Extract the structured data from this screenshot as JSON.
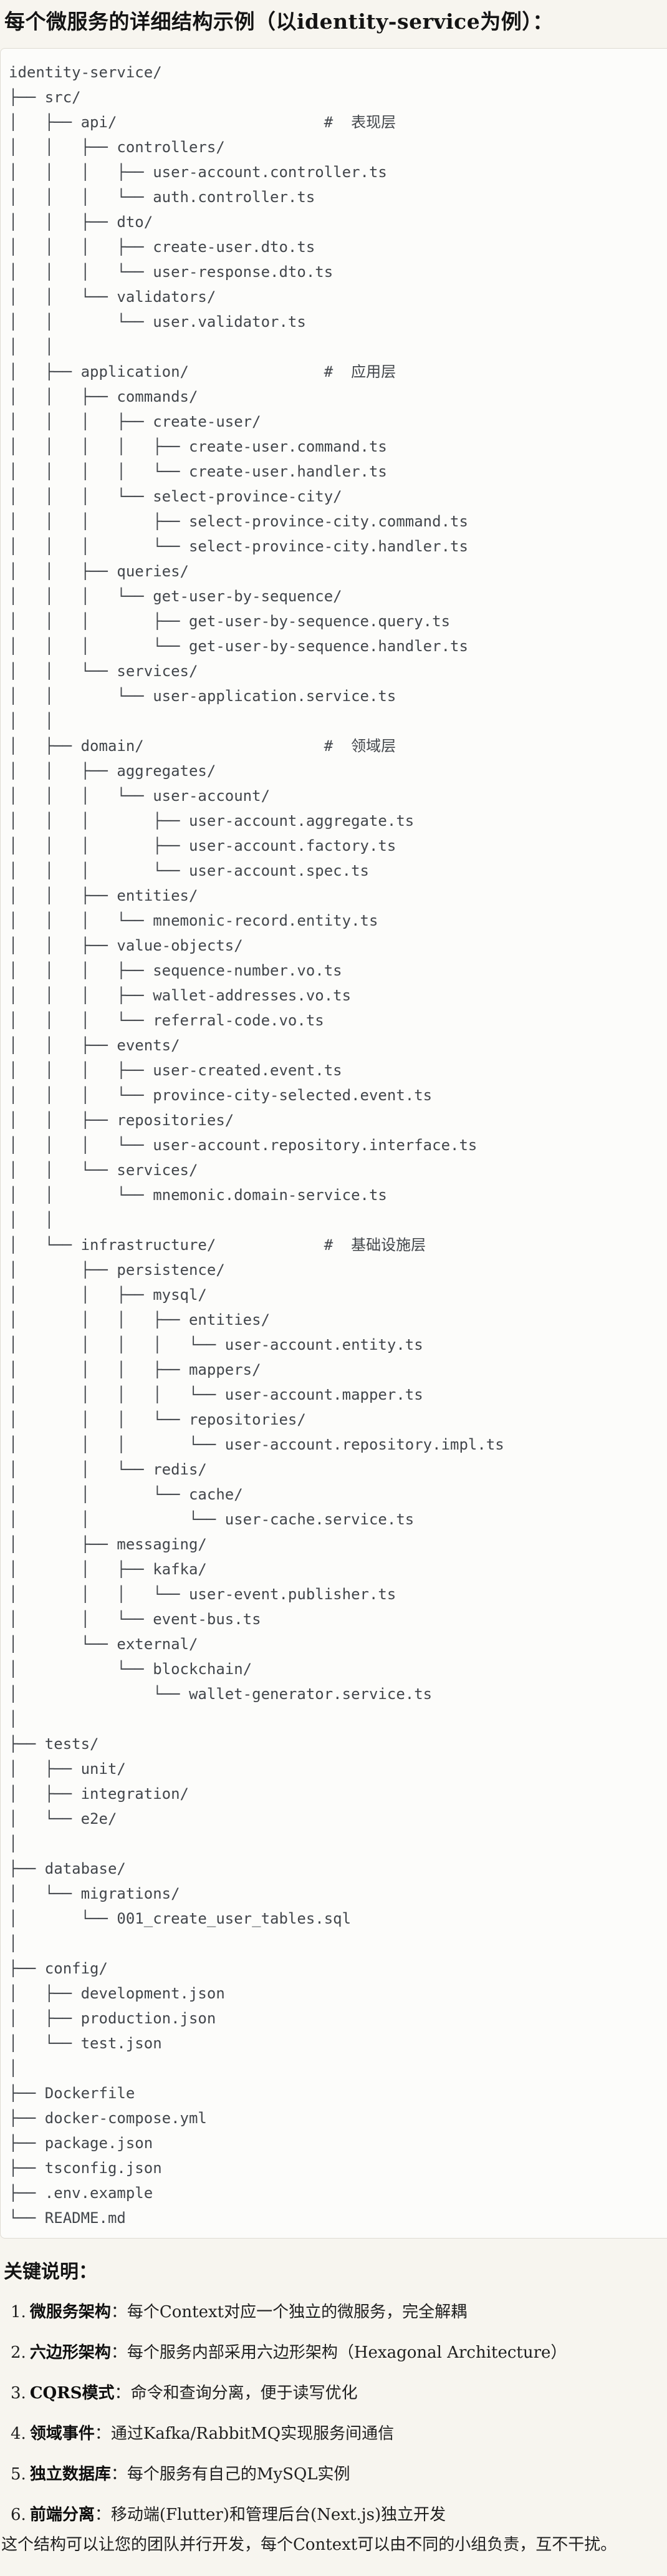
{
  "title": "每个微服务的详细结构示例（以identity-service为例）：",
  "tree_lines": [
    "identity-service/",
    "├── src/",
    "│   ├── api/                       #  表现层",
    "│   │   ├── controllers/",
    "│   │   │   ├── user-account.controller.ts",
    "│   │   │   └── auth.controller.ts",
    "│   │   ├── dto/",
    "│   │   │   ├── create-user.dto.ts",
    "│   │   │   └── user-response.dto.ts",
    "│   │   └── validators/",
    "│   │       └── user.validator.ts",
    "│   │",
    "│   ├── application/               #  应用层",
    "│   │   ├── commands/",
    "│   │   │   ├── create-user/",
    "│   │   │   │   ├── create-user.command.ts",
    "│   │   │   │   └── create-user.handler.ts",
    "│   │   │   └── select-province-city/",
    "│   │   │       ├── select-province-city.command.ts",
    "│   │   │       └── select-province-city.handler.ts",
    "│   │   ├── queries/",
    "│   │   │   └── get-user-by-sequence/",
    "│   │   │       ├── get-user-by-sequence.query.ts",
    "│   │   │       └── get-user-by-sequence.handler.ts",
    "│   │   └── services/",
    "│   │       └── user-application.service.ts",
    "│   │",
    "│   ├── domain/                    #  领域层",
    "│   │   ├── aggregates/",
    "│   │   │   └── user-account/",
    "│   │   │       ├── user-account.aggregate.ts",
    "│   │   │       ├── user-account.factory.ts",
    "│   │   │       └── user-account.spec.ts",
    "│   │   ├── entities/",
    "│   │   │   └── mnemonic-record.entity.ts",
    "│   │   ├── value-objects/",
    "│   │   │   ├── sequence-number.vo.ts",
    "│   │   │   ├── wallet-addresses.vo.ts",
    "│   │   │   └── referral-code.vo.ts",
    "│   │   ├── events/",
    "│   │   │   ├── user-created.event.ts",
    "│   │   │   └── province-city-selected.event.ts",
    "│   │   ├── repositories/",
    "│   │   │   └── user-account.repository.interface.ts",
    "│   │   └── services/",
    "│   │       └── mnemonic.domain-service.ts",
    "│   │",
    "│   └── infrastructure/            #  基础设施层",
    "│       ├── persistence/",
    "│       │   ├── mysql/",
    "│       │   │   ├── entities/",
    "│       │   │   │   └── user-account.entity.ts",
    "│       │   │   ├── mappers/",
    "│       │   │   │   └── user-account.mapper.ts",
    "│       │   │   └── repositories/",
    "│       │   │       └── user-account.repository.impl.ts",
    "│       │   └── redis/",
    "│       │       └── cache/",
    "│       │           └── user-cache.service.ts",
    "│       ├── messaging/",
    "│       │   ├── kafka/",
    "│       │   │   └── user-event.publisher.ts",
    "│       │   └── event-bus.ts",
    "│       └── external/",
    "│           └── blockchain/",
    "│               └── wallet-generator.service.ts",
    "│",
    "├── tests/",
    "│   ├── unit/",
    "│   ├── integration/",
    "│   └── e2e/",
    "│",
    "├── database/",
    "│   └── migrations/",
    "│       └── 001_create_user_tables.sql",
    "│",
    "├── config/",
    "│   ├── development.json",
    "│   ├── production.json",
    "│   └── test.json",
    "│",
    "├── Dockerfile",
    "├── docker-compose.yml",
    "├── package.json",
    "├── tsconfig.json",
    "├── .env.example",
    "└── README.md"
  ],
  "notes": {
    "heading": "关键说明：",
    "sep": "：",
    "items": [
      {
        "num": "1.",
        "term": "微服务架构",
        "desc": "每个Context对应一个独立的微服务，完全解耦"
      },
      {
        "num": "2.",
        "term": "六边形架构",
        "desc": "每个服务内部采用六边形架构（Hexagonal Architecture）"
      },
      {
        "num": "3.",
        "term": "CQRS模式",
        "desc": "命令和查询分离，便于读写优化"
      },
      {
        "num": "4.",
        "term": "领域事件",
        "desc": "通过Kafka/RabbitMQ实现服务间通信"
      },
      {
        "num": "5.",
        "term": "独立数据库",
        "desc": "每个服务有自己的MySQL实例"
      },
      {
        "num": "6.",
        "term": "前端分离",
        "desc": "移动端(Flutter)和管理后台(Next.js)独立开发"
      }
    ]
  },
  "footer": "这个结构可以让您的团队并行开发，每个Context可以由不同的小组负责，互不干扰。",
  "colors": {
    "page_bg": "#f7f5ef",
    "code_box_bg": "#fcfcfa",
    "code_box_border": "#dedbd3",
    "tree_text": "#42464b",
    "body_text": "#1f1f1f"
  }
}
